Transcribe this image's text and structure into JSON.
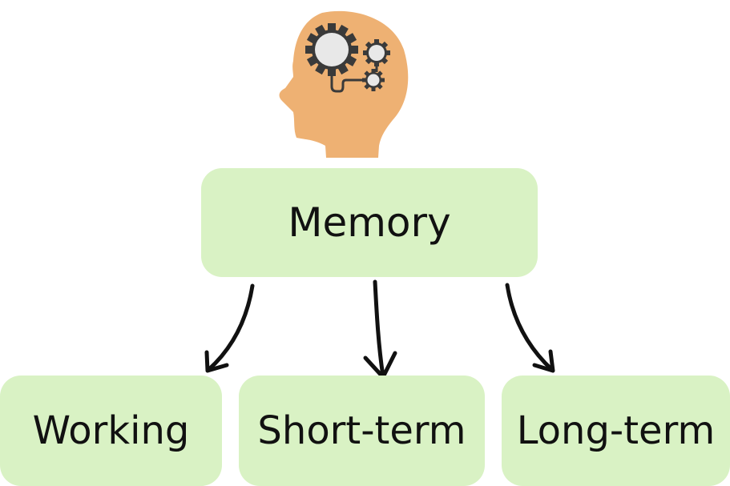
{
  "diagram": {
    "root": {
      "label": "Memory"
    },
    "children": [
      {
        "label": "Working"
      },
      {
        "label": "Short-term"
      },
      {
        "label": "Long-term"
      }
    ]
  },
  "icons": {
    "head": "head-with-gears-icon"
  },
  "colors": {
    "node_fill": "#d9f2c4",
    "head_fill": "#eeb173",
    "gear_fill": "#e8e8e8",
    "gear_stroke": "#3a3a3a",
    "arrow": "#111111",
    "text": "#111111"
  }
}
